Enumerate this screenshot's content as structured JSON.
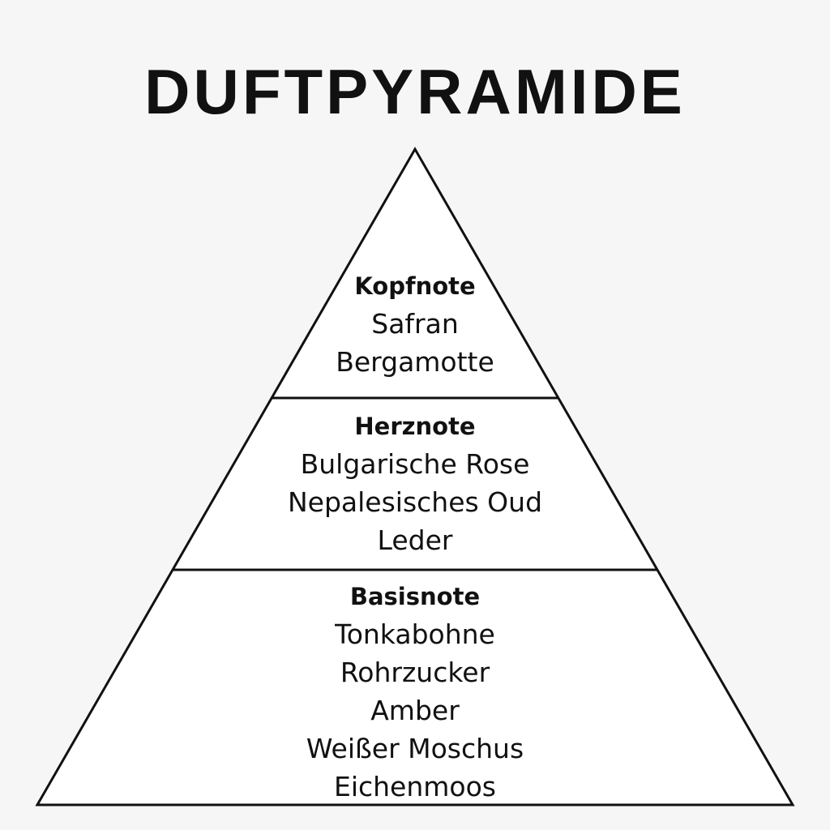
{
  "title": "DUFTPYRAMIDE",
  "tiers": [
    {
      "heading": "Kopfnote",
      "items": [
        "Safran",
        "Bergamotte"
      ]
    },
    {
      "heading": "Herznote",
      "items": [
        "Bulgarische Rose",
        "Nepalesisches Oud",
        "Leder"
      ]
    },
    {
      "heading": "Basisnote",
      "items": [
        "Tonkabohne",
        "Rohrzucker",
        "Amber",
        "Weißer Moschus",
        "Eichenmoos"
      ]
    }
  ]
}
